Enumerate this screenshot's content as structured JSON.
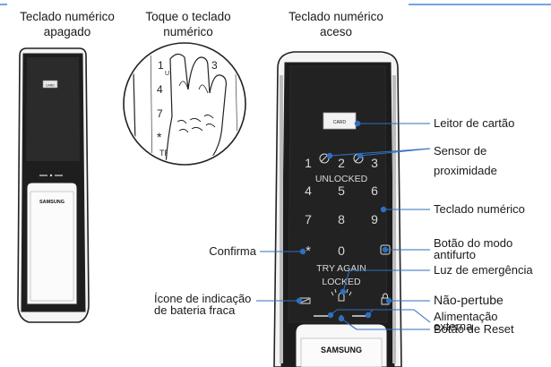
{
  "titles": {
    "keypad_off": "Teclado numérico\napagado",
    "touch_keypad": "Toque o teclado\nnumérico",
    "keypad_on": "Teclado numérico\naceso"
  },
  "device": {
    "card_label": "CARD",
    "brand": "SAMSUNG",
    "keys": [
      "1",
      "2",
      "3",
      "4",
      "5",
      "6",
      "7",
      "8",
      "9",
      "0"
    ],
    "unlocked_text": "UNLOCKED",
    "try_again_text": "TRY AGAIN",
    "locked_text": "LOCKED"
  },
  "hand_inset": {
    "keys": [
      "1",
      "3",
      "4",
      "7",
      "*"
    ],
    "partial_text": "TR",
    "partial_text_2": "U"
  },
  "callouts": {
    "card_reader": "Leitor de cartão",
    "proximity_sensor": "Sensor de\nproximidade",
    "keypad": "Teclado numérico",
    "antitheft_button": "Botão do modo\nantifurto",
    "emergency_light": "Luz de emergência",
    "do_not_disturb": "Não-pertube",
    "external_power": "Alimentação\nexterna",
    "reset_button": "Botão de Reset",
    "confirm": "Confirma",
    "low_battery_icon": "Ícone de indicação\nde bateria fraca"
  },
  "colors": {
    "callout_line": "#2f6fbf",
    "dot": "#2f6fbf",
    "rule": "#6fa8dc"
  }
}
